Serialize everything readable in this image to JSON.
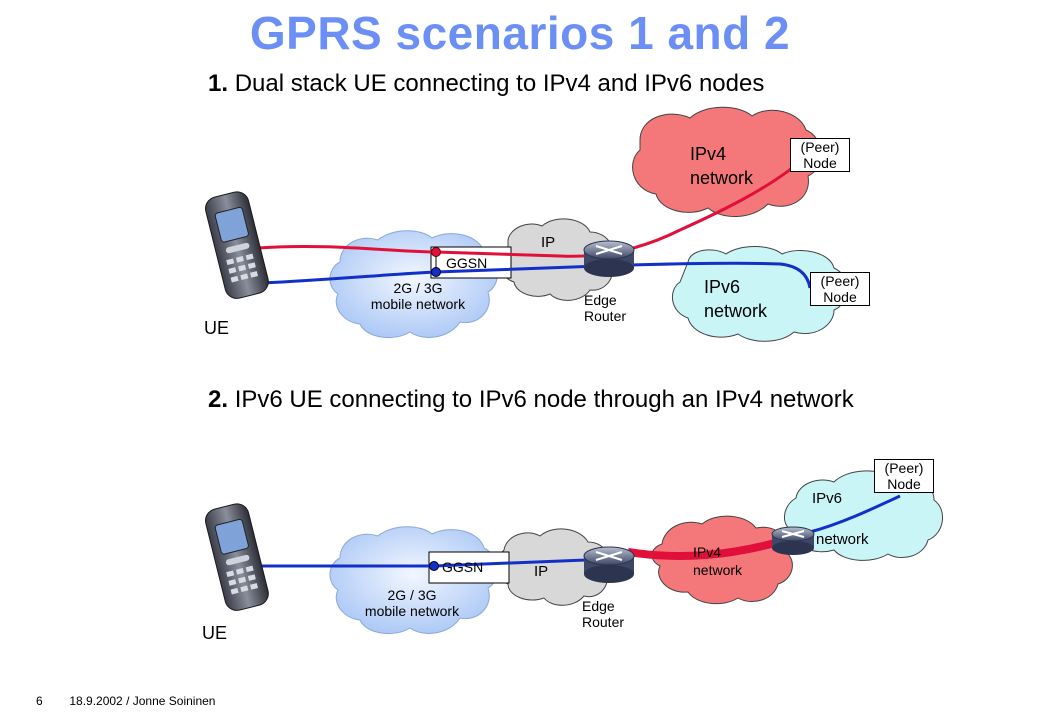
{
  "title": "GPRS scenarios 1 and 2",
  "scenario1": {
    "number": "1.",
    "heading": "Dual stack UE connecting to IPv4 and IPv6 nodes",
    "ipv4_cloud": [
      "IPv4",
      "network"
    ],
    "ipv6_cloud": [
      "IPv6",
      "network"
    ],
    "ip_cloud": "IP",
    "mobile_cloud": [
      "2G / 3G",
      "mobile network"
    ],
    "ggsn": "GGSN",
    "edge_router": [
      "Edge",
      "Router"
    ],
    "peer_node_v4": [
      "(Peer)",
      "Node"
    ],
    "peer_node_v6": [
      "(Peer)",
      "Node"
    ],
    "ue": "UE"
  },
  "scenario2": {
    "number": "2.",
    "heading": "IPv6 UE connecting to IPv6 node through an IPv4 network",
    "ipv4_cloud": [
      "IPv4",
      "network"
    ],
    "ipv6_cloud": [
      "IPv6",
      "network"
    ],
    "ip_cloud": "IP",
    "mobile_cloud": [
      "2G / 3G",
      "mobile network"
    ],
    "ggsn": "GGSN",
    "edge_router": [
      "Edge",
      "Router"
    ],
    "peer_node": [
      "(Peer)",
      "Node"
    ],
    "ue": "UE"
  },
  "footer": {
    "page": "6",
    "text": "18.9.2002 / Jonne Soininen"
  },
  "colors": {
    "title": "#6b8ff5",
    "ipv4_cloud": "#f47779",
    "ipv6_cloud": "#c9f5f7",
    "ip_cloud": "#d8d8d8",
    "mobile_cloud": "#cfe0fb",
    "ipv4_path": "#e0103a",
    "ipv6_path": "#1230c8"
  }
}
